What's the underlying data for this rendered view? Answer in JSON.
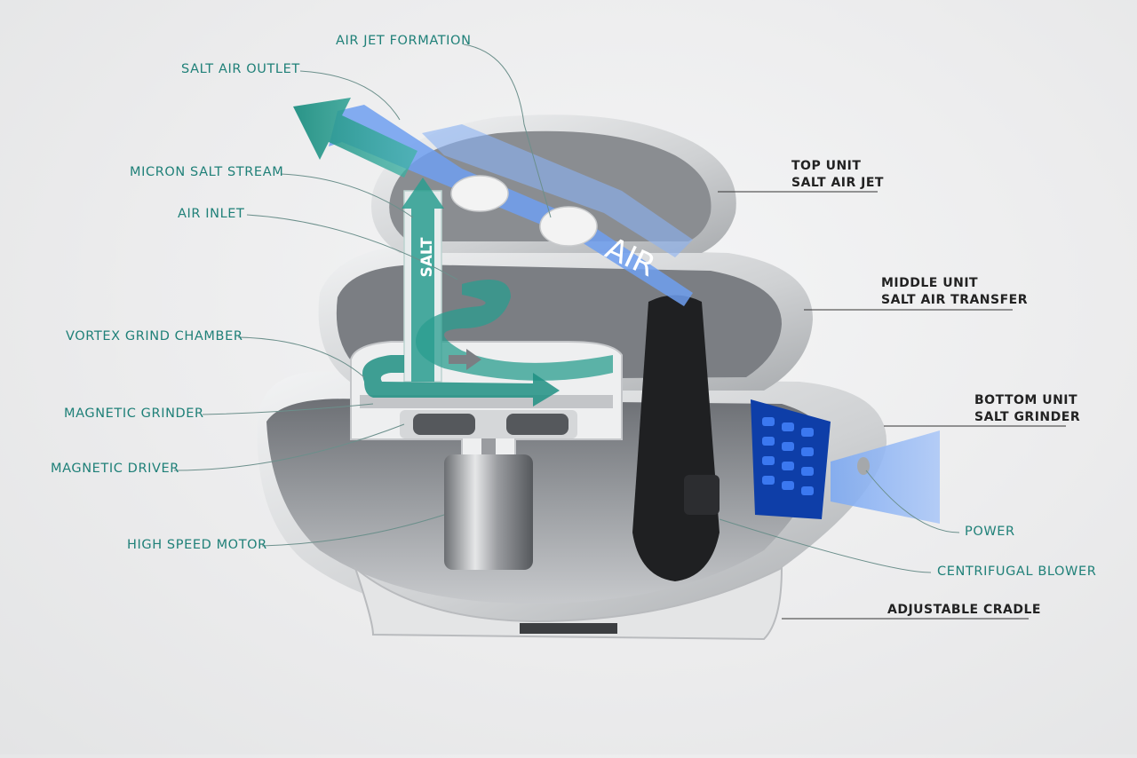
{
  "colors": {
    "teal": "#1f8078",
    "teal_arrow": "#2a9d8f",
    "air_blue": "#6f9ff0",
    "dark_label": "#222222",
    "shell_gray": "#d0d2d4",
    "interior_gray": "#8d9094"
  },
  "labels": {
    "air_jet_formation": "AIR JET FORMATION",
    "salt_air_outlet": "SALT AIR OUTLET",
    "micron_salt_stream": "MICRON SALT STREAM",
    "air_inlet": "AIR INLET",
    "vortex_grind_chamber": "VORTEX GRIND CHAMBER",
    "magnetic_grinder": "MAGNETIC GRINDER",
    "magnetic_driver": "MAGNETIC DRIVER",
    "high_speed_motor": "HIGH SPEED MOTOR",
    "top_unit_l1": "TOP UNIT",
    "top_unit_l2": "SALT AIR JET",
    "middle_unit_l1": "MIDDLE UNIT",
    "middle_unit_l2": "SALT AIR TRANSFER",
    "bottom_unit_l1": "BOTTOM UNIT",
    "bottom_unit_l2": "SALT GRINDER",
    "power": "POWER",
    "centrifugal_blower": "CENTRIFUGAL BLOWER",
    "adjustable_cradle": "ADJUSTABLE CRADLE"
  },
  "arrows": {
    "salt": "SALT",
    "air": "AIR"
  }
}
